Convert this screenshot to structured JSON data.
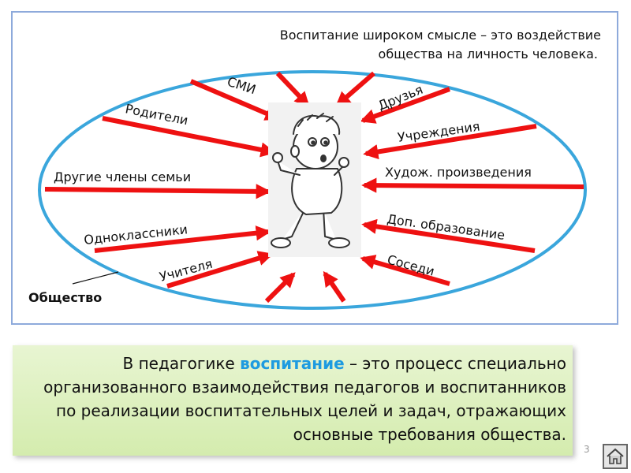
{
  "diagram": {
    "caption_line1": "Воспитание широком смысле – это воздействие",
    "caption_line2": "общества на личность человека.",
    "society_label": "Общество",
    "influences": {
      "smi": "СМИ",
      "parents": "Родители",
      "other_family": "Другие члены семьи",
      "classmates": "Одноклассники",
      "teachers": "Учителя",
      "friends": "Друзья",
      "institutions": "Учреждения",
      "art": "Худож. произведения",
      "extra_education": "Доп. образование",
      "neighbors": "Соседи"
    },
    "colors": {
      "ellipse": "#3aa6dc",
      "arrow": "#ee1111"
    }
  },
  "definition": {
    "prefix": "В педагогике ",
    "term": "воспитание",
    "rest": " – это процесс специально организованного взаимодействия педагогов и воспитанников по реализации воспитательных целей и задач, отражающих основные требования общества."
  },
  "page_number": "3",
  "nav": {
    "home_icon": "home-icon"
  }
}
